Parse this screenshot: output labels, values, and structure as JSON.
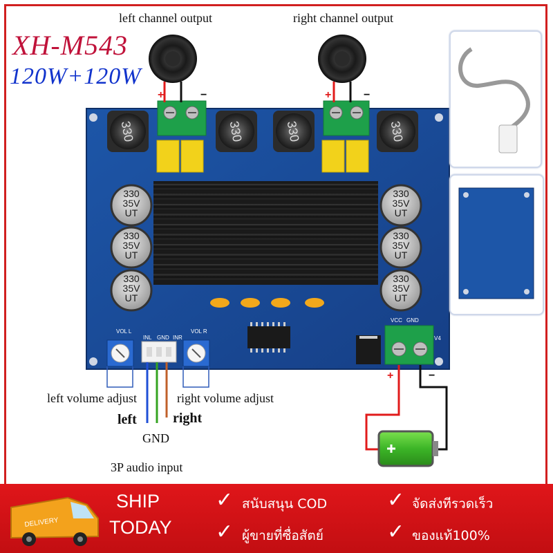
{
  "product": {
    "model": "XH-M543",
    "power": "120W+120W"
  },
  "board": {
    "inductor_label": "330",
    "capacitor_labels": [
      "330\n35V\nUT"
    ],
    "silkscreen": {
      "vol_l": "VOL L",
      "vol_r": "VOL R",
      "inl": "INL",
      "gnd": "GND",
      "inr": "INR",
      "vcc": "VCC",
      "gnd_power": "GND",
      "v4": "V4"
    }
  },
  "annotations": {
    "left_output": "left channel output",
    "right_output": "right channel output",
    "left_volume": "left volume adjust",
    "right_volume": "right volume adjust",
    "left": "left",
    "right": "right",
    "gnd": "GND",
    "audio_input": "3P audio input",
    "plus": "+",
    "minus": "−"
  },
  "banner": {
    "ship_line1": "SHIP",
    "ship_line2": "TODAY",
    "truck_label": "DELIVERY",
    "items": [
      "สนับสนุน COD",
      "จัดส่งทีรวดเร็ว",
      "ผู้ขายที่ซื่อสัตย์",
      "ของแท้100%"
    ],
    "check_glyph": "✓"
  },
  "colors": {
    "border": "#d11f1f",
    "model_text": "#c0123a",
    "power_text": "#1133cc",
    "pcb": "#1d56a8",
    "heatsink": "#1a1a1a",
    "terminal": "#1ea04a",
    "banner": "#d11f1f"
  }
}
